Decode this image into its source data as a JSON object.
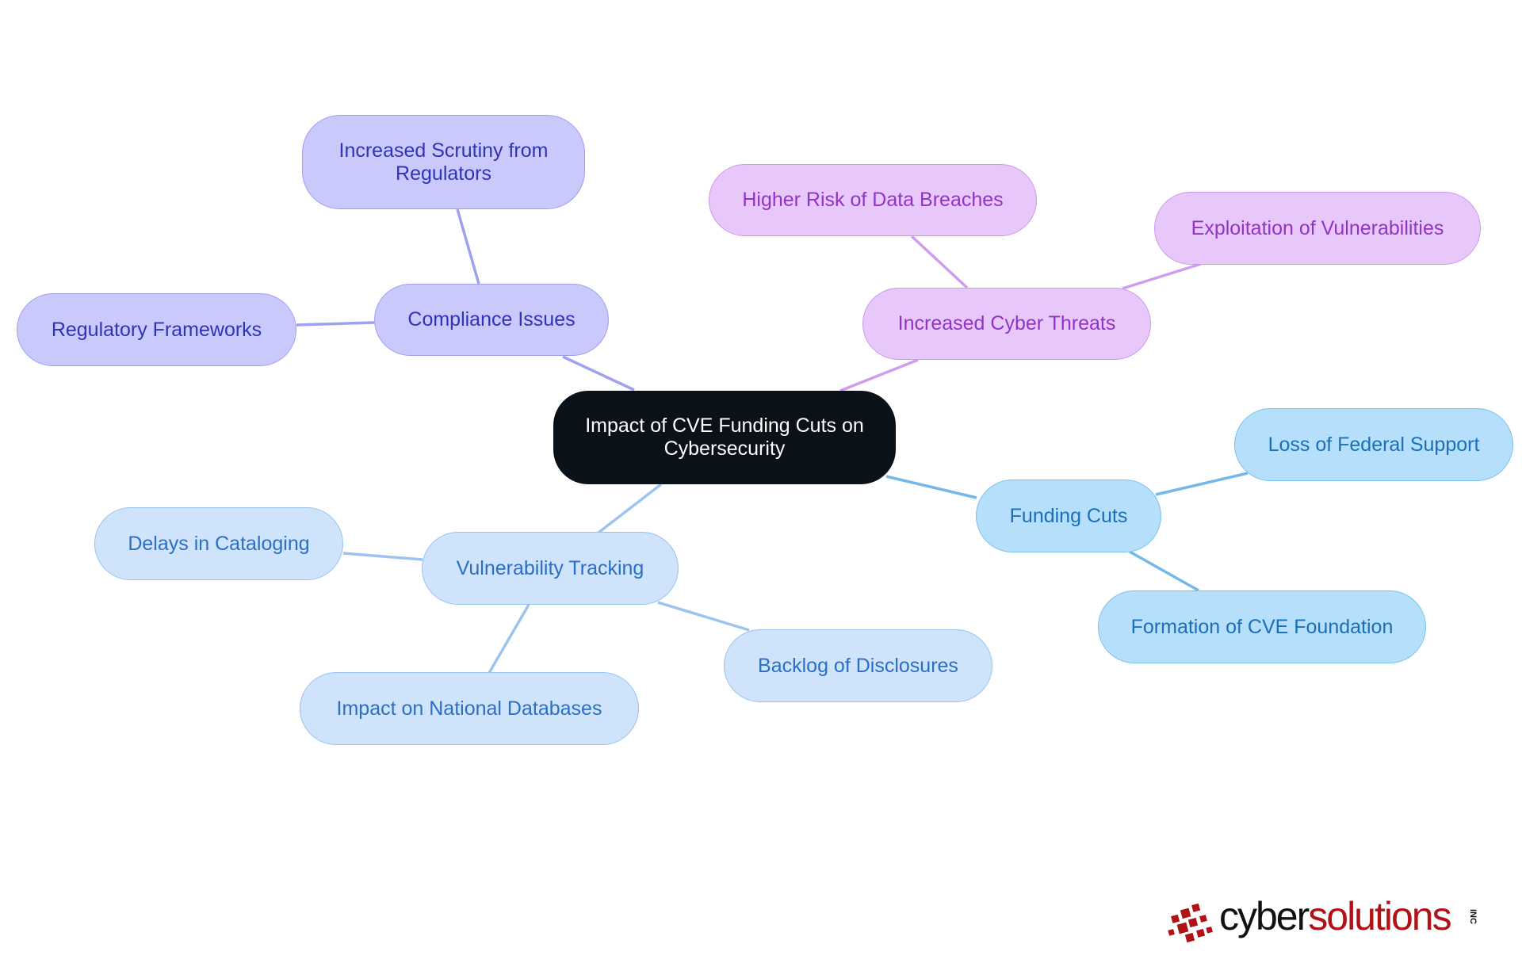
{
  "diagram": {
    "root": {
      "label": "Impact of CVE Funding Cuts on Cybersecurity"
    },
    "branches": [
      {
        "label": "Compliance Issues",
        "color": "#9ea2ee",
        "children": [
          "Increased Scrutiny from Regulators",
          "Regulatory Frameworks"
        ]
      },
      {
        "label": "Increased Cyber Threats",
        "color": "#cf9cee",
        "children": [
          "Higher Risk of Data Breaches",
          "Exploitation of Vulnerabilities"
        ]
      },
      {
        "label": "Funding Cuts",
        "color": "#72b9e8",
        "children": [
          "Loss of Federal Support",
          "Formation of CVE Foundation"
        ]
      },
      {
        "label": "Vulnerability Tracking",
        "color": "#9cc4ee",
        "children": [
          "Delays in Cataloging",
          "Impact on National Databases",
          "Backlog of Disclosures"
        ]
      }
    ]
  },
  "logo": {
    "text_cyber": "cyber",
    "text_solutions": "solutions",
    "text_inc": "INC"
  },
  "colors": {
    "root_fill": "#0b1119",
    "compliance_fill": "#c9c9fc",
    "threats_fill": "#e8c8fb",
    "funding_fill": "#b6dffb",
    "vulnerability_fill": "#cfe3fb",
    "logo_red": "#b01218"
  }
}
